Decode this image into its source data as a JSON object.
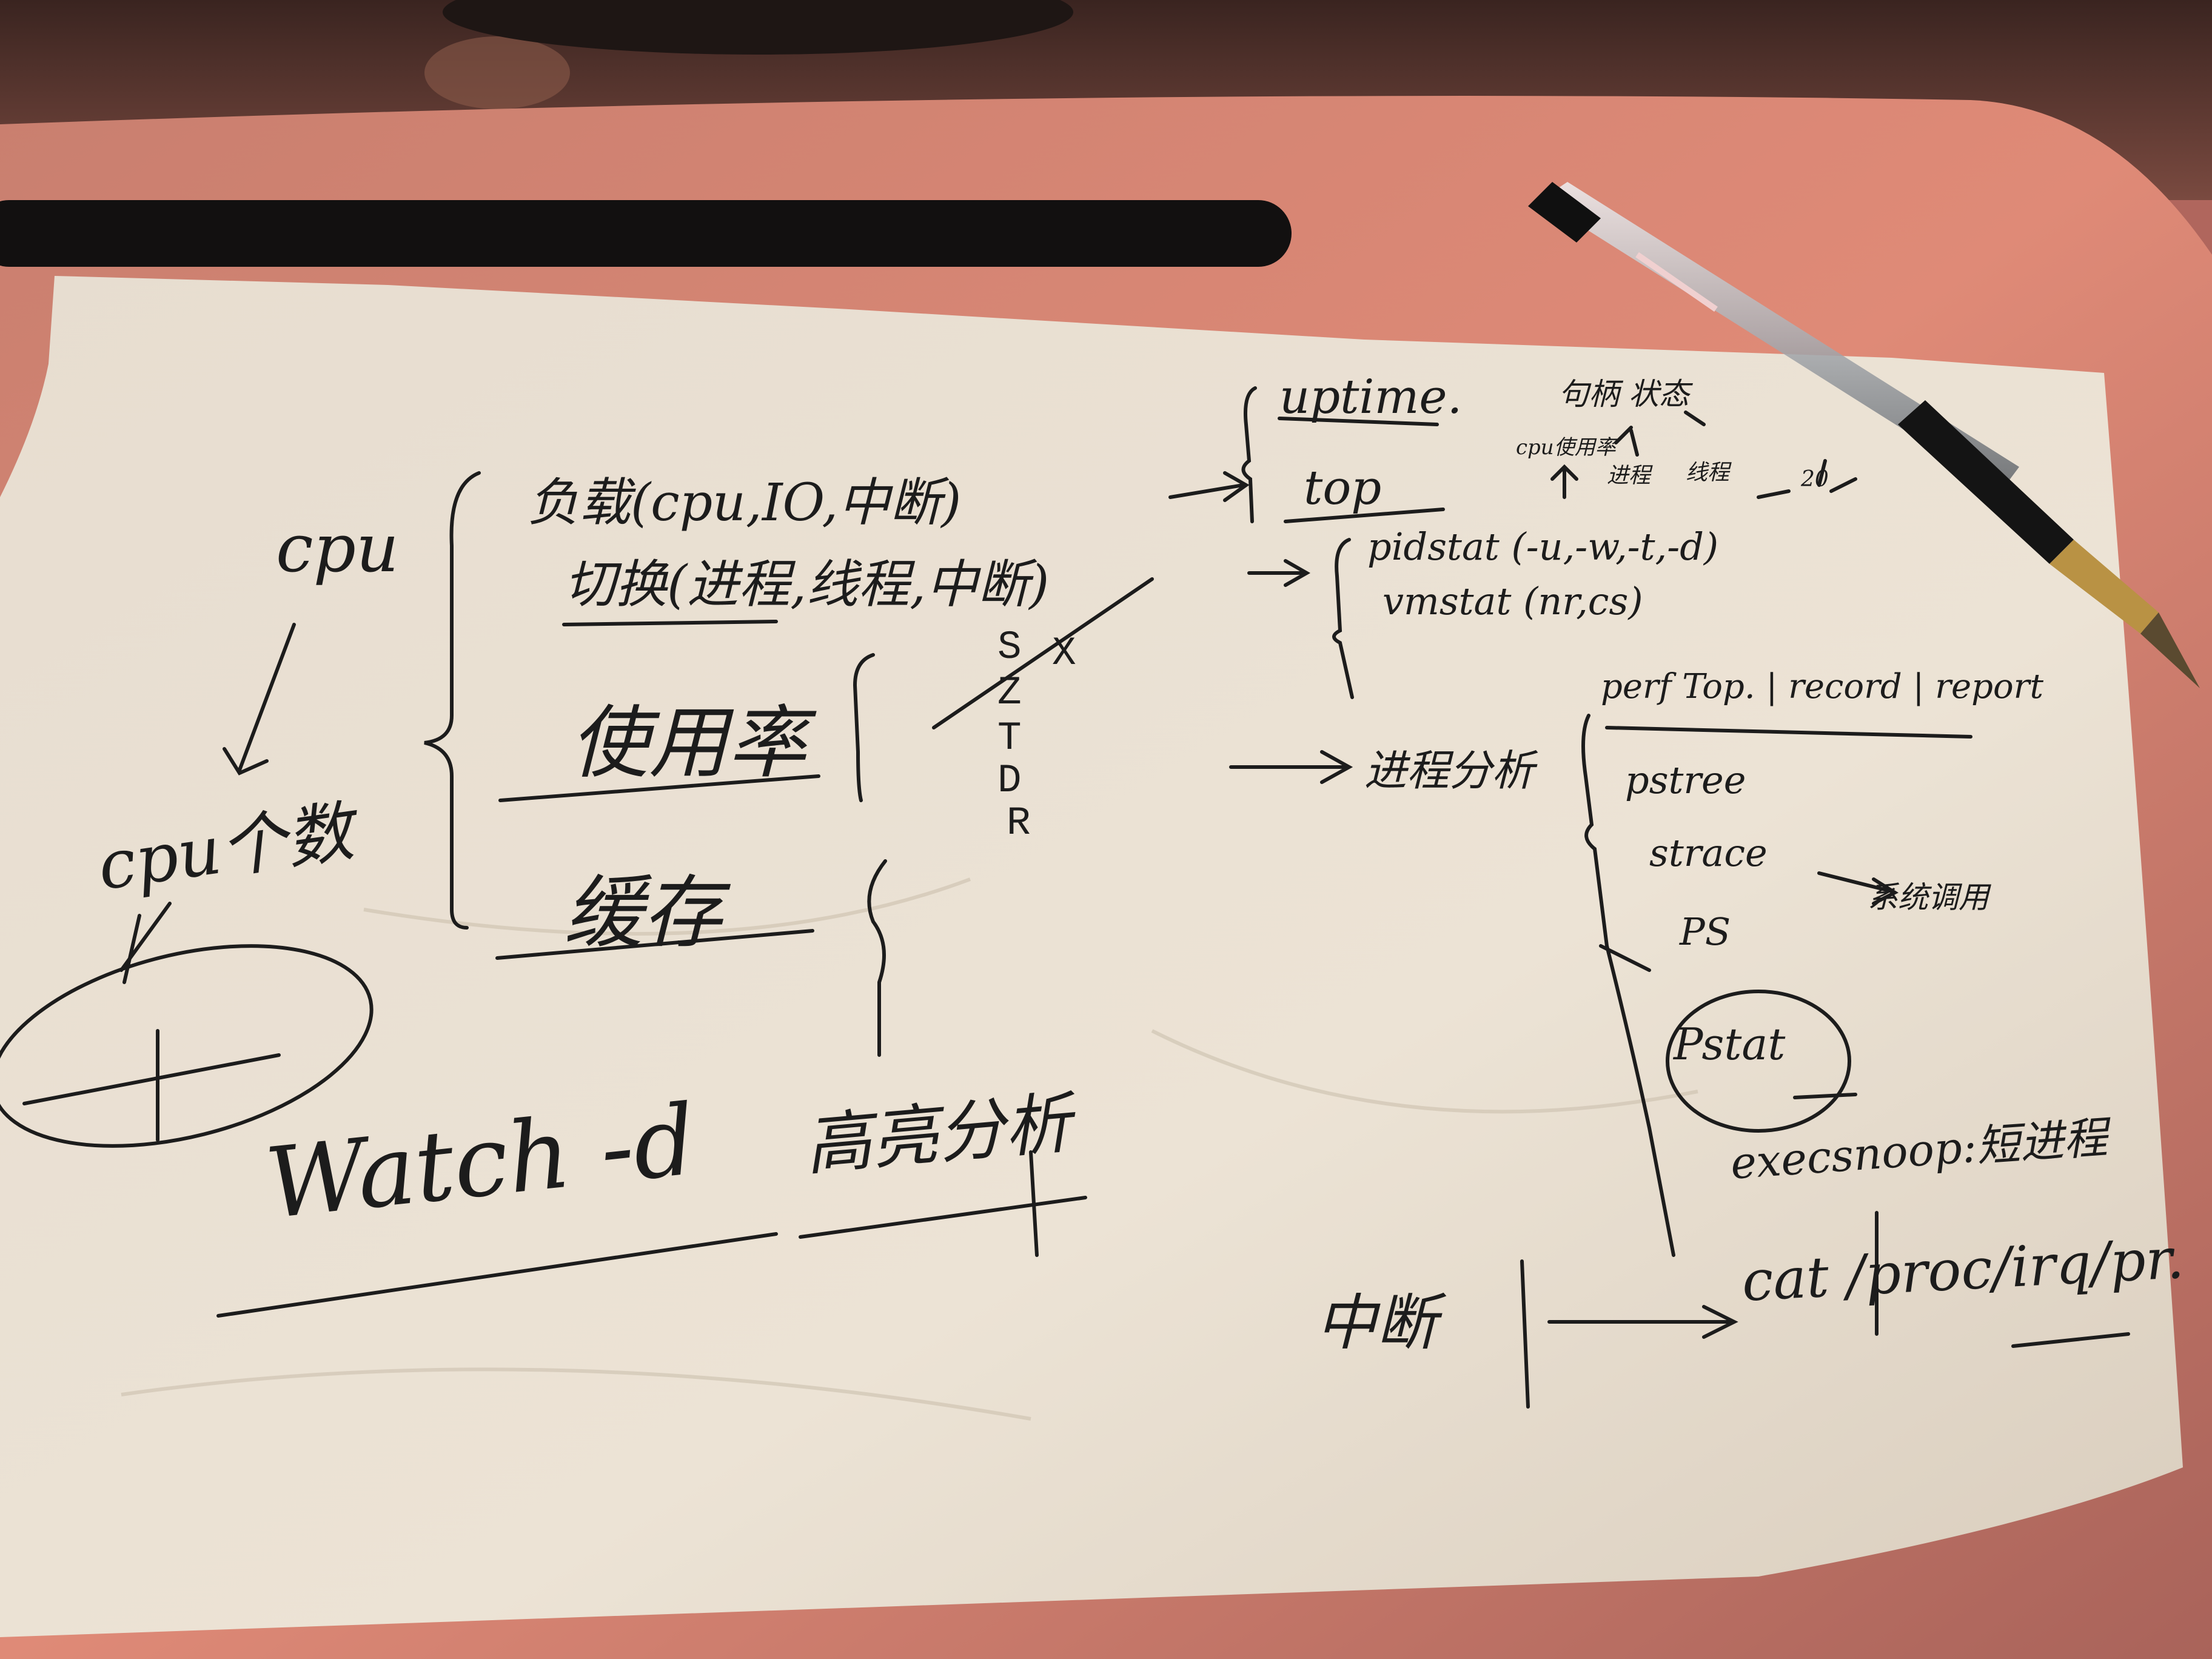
{
  "note": {
    "cpu_heading": "cpu",
    "cpu_count": "cpu个数",
    "load": "负载(cpu,IO,中断)",
    "context_switch": "切换(进程,线程,中断)",
    "usage": "使用率",
    "cache": "缓存",
    "process_states": [
      "S",
      "Z",
      "T",
      "D",
      "R"
    ],
    "x_mark": "X",
    "uptime": "uptime.",
    "top": "top",
    "pidstat": "pidstat (-u,-w,-t,-d)",
    "vmstat": "vmstat (nr,cs)",
    "perf": "perf Top. | record | report",
    "process_analysis": "进程分析",
    "pstree": "pstree",
    "strace": "strace",
    "syscalls": "系统调用",
    "ps": "PS",
    "pstat": "Pstat",
    "execsnoop": "execsnoop:短进程",
    "interrupt": "中断",
    "cat_proc": "cat /proc/irq/pr.",
    "watch": "Watch -d",
    "highlight_analysis": "高亮分析",
    "top_annotation": "句柄 状态 ",
    "cpu_rate": "cpu使用率",
    "small_labels": [
      "进程",
      "线程",
      "20"
    ]
  }
}
